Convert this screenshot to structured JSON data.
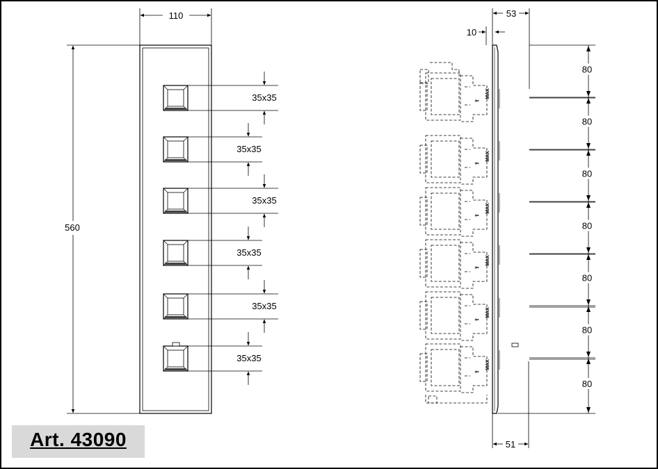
{
  "article": {
    "label": "Art. 43090"
  },
  "front_view": {
    "width_label": "110",
    "height_label": "560",
    "knobs": [
      {
        "size_label": "35x35"
      },
      {
        "size_label": "35x35"
      },
      {
        "size_label": "35x35"
      },
      {
        "size_label": "35x35"
      },
      {
        "size_label": "35x35"
      },
      {
        "size_label": "35x35"
      }
    ]
  },
  "side_view": {
    "top_depth_label": "53",
    "plate_label": "10",
    "bottom_depth_label": "51",
    "spacing_labels": [
      "80",
      "80",
      "80",
      "80",
      "80",
      "80",
      "80"
    ],
    "max_label": "MAX"
  }
}
